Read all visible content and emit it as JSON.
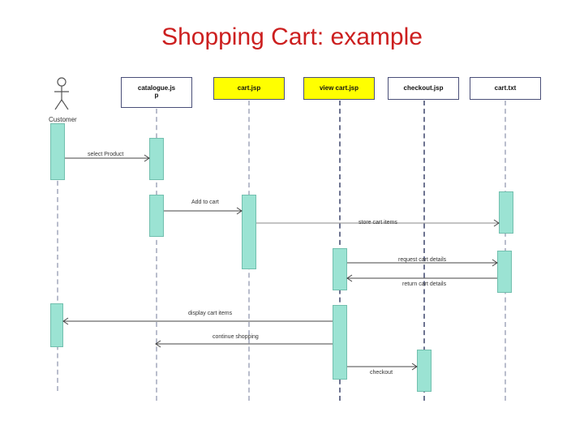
{
  "title": "Shopping Cart: example",
  "colors": {
    "title": "#cc1f1f",
    "activation_fill": "#9be3d3",
    "highlight": "#ffff00",
    "box_border": "#4a4f78"
  },
  "actor": {
    "label": "Customer",
    "icon": "stick-figure-icon"
  },
  "participants": [
    {
      "line1": "catalogue.js",
      "line2": "p",
      "highlighted": false
    },
    {
      "line1": "cart.jsp",
      "line2": "",
      "highlighted": true
    },
    {
      "line1": "view cart.jsp",
      "line2": "",
      "highlighted": true
    },
    {
      "line1": "checkout.jsp",
      "line2": "",
      "highlighted": false
    },
    {
      "line1": "cart.txt",
      "line2": "",
      "highlighted": false
    }
  ],
  "messages": [
    {
      "label": "select Product"
    },
    {
      "label": "Add to cart"
    },
    {
      "label": "store cart items"
    },
    {
      "label": "request cart details"
    },
    {
      "label": "return cart details"
    },
    {
      "label": "display cart items"
    },
    {
      "label": "continue shopping"
    },
    {
      "label": "checkout"
    }
  ]
}
